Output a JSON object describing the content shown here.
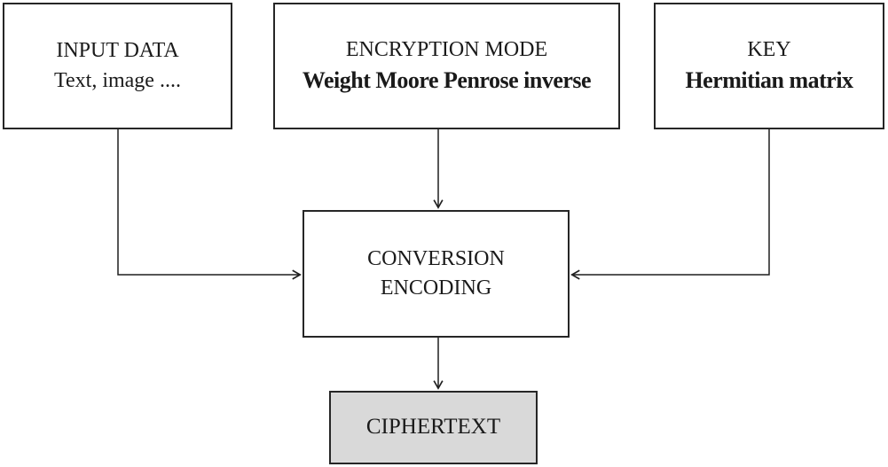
{
  "diagram": {
    "boxes": {
      "input_data": {
        "line1": "INPUT DATA",
        "line2": "Text, image ...."
      },
      "encryption_mode": {
        "line1": "ENCRYPTION MODE",
        "line2": "Weight Moore Penrose inverse"
      },
      "key": {
        "line1": "KEY",
        "line2": "Hermitian matrix"
      },
      "conversion": {
        "line1": "CONVERSION",
        "line2": "ENCODING"
      },
      "ciphertext": {
        "line1": "CIPHERTEXT"
      }
    },
    "edges": [
      {
        "from": "input-data",
        "to": "conversion-encoding"
      },
      {
        "from": "encryption-mode",
        "to": "conversion-encoding"
      },
      {
        "from": "key",
        "to": "conversion-encoding"
      },
      {
        "from": "conversion-encoding",
        "to": "ciphertext"
      }
    ],
    "colors": {
      "border": "#262626",
      "arrow": "#1f1f1f",
      "box_fill": "#ffffff",
      "ciphertext_fill": "#d9d9d9",
      "background": "#ffffff",
      "text": "#1a1a1a"
    }
  }
}
